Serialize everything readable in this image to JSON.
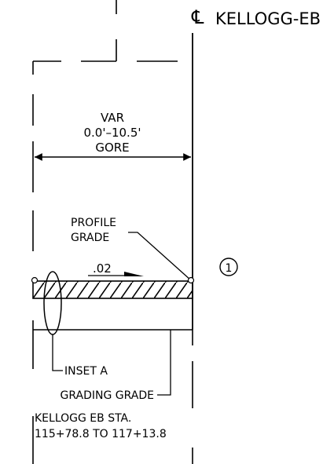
{
  "centerline": {
    "symbol": "℄",
    "label": "KELLOGG-EB"
  },
  "dimension": {
    "line1": "VAR",
    "line2": "0.0'–10.5'",
    "line3": "GORE"
  },
  "profile_grade": {
    "line1": "PROFILE",
    "line2": "GRADE"
  },
  "callout_number": "1",
  "slope": ".02",
  "inset_label": "INSET A",
  "grading_grade_label": "GRADING GRADE",
  "station": {
    "line1": "KELLOGG EB STA.",
    "line2": "115+78.8 TO 117+13.8"
  }
}
